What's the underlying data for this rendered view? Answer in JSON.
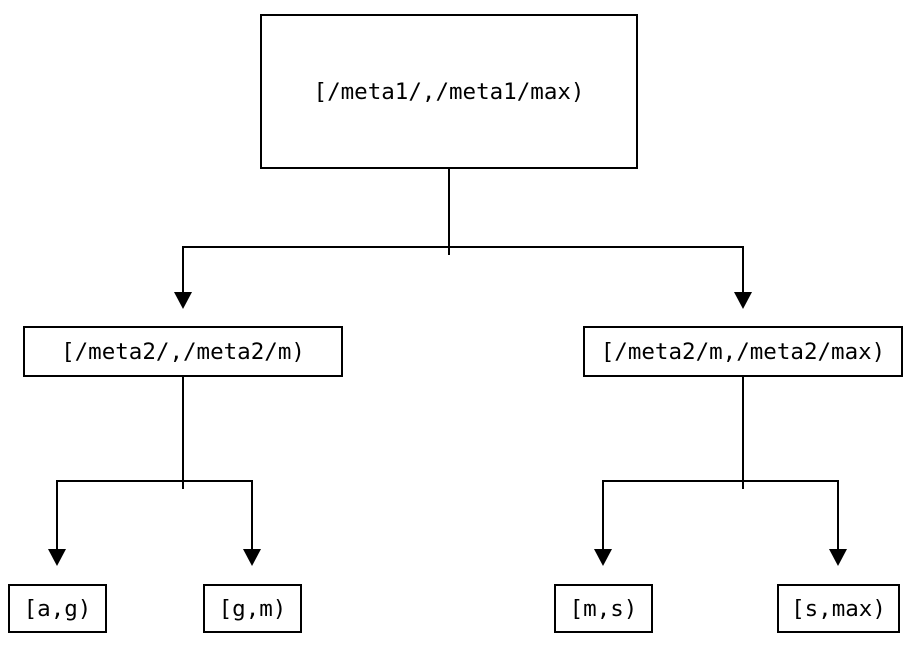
{
  "diagram": {
    "type": "binary-range-partition-tree",
    "colors": {
      "background": "#ffffff",
      "line": "#000000",
      "box_border": "#000000",
      "text": "#000000"
    },
    "tree": {
      "root": {
        "label": "[/meta1/,/meta1/max)",
        "children": [
          {
            "label": "[/meta2/,/meta2/m)",
            "children": [
              {
                "label": "[a,g)"
              },
              {
                "label": "[g,m)"
              }
            ]
          },
          {
            "label": "[/meta2/m,/meta2/max)",
            "children": [
              {
                "label": "[m,s)"
              },
              {
                "label": "[s,max)"
              }
            ]
          }
        ]
      }
    }
  }
}
